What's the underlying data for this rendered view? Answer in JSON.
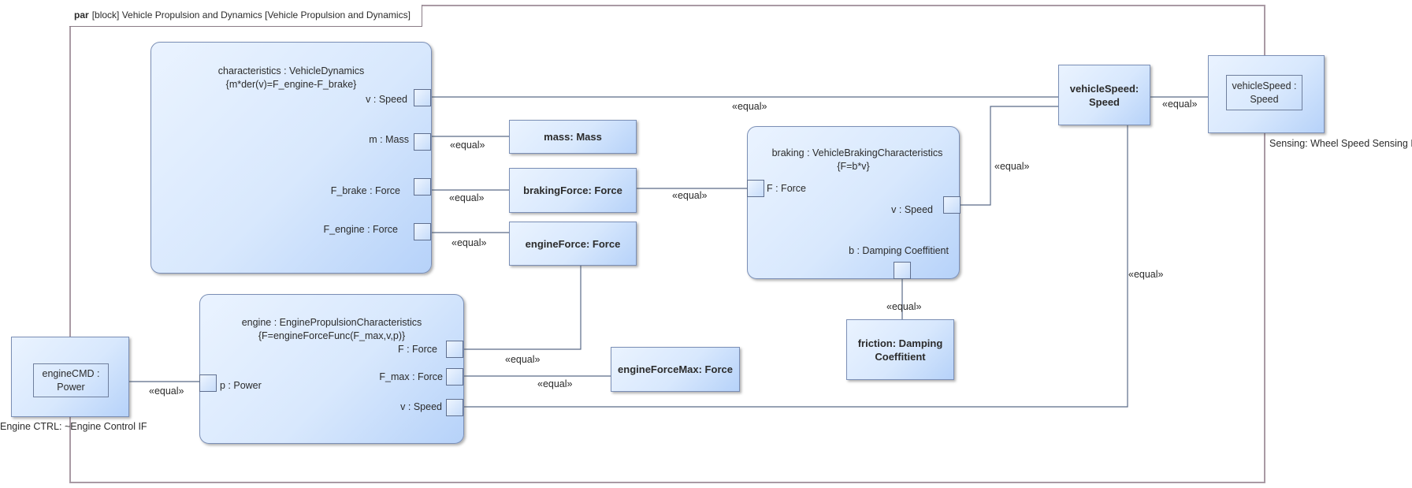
{
  "frame": {
    "keyword": "par",
    "title": "[block] Vehicle Propulsion and Dynamics [Vehicle Propulsion and Dynamics]"
  },
  "blocks": {
    "characteristics": {
      "name": "characteristics : VehicleDynamics",
      "constraint": "{m*der(v)=F_engine-F_brake}",
      "ports": {
        "v": "v : Speed",
        "m": "m : Mass",
        "f_brake": "F_brake : Force",
        "f_engine": "F_engine : Force"
      }
    },
    "braking": {
      "name": "braking : VehicleBrakingCharacteristics",
      "constraint": "{F=b*v}",
      "ports": {
        "f": "F : Force",
        "v": "v : Speed",
        "b": "b : Damping Coeffitient"
      }
    },
    "engine": {
      "name": "engine : EnginePropulsionCharacteristics",
      "constraint": "{F=engineForceFunc(F_max,v,p)}",
      "ports": {
        "f": "F : Force",
        "f_max": "F_max : Force",
        "v": "v : Speed",
        "p": "p : Power"
      }
    }
  },
  "values": {
    "mass": "mass: Mass",
    "braking_force": "brakingForce: Force",
    "engine_force": "engineForce: Force",
    "engine_force_max": "engineForceMax: Force",
    "friction": "friction: Damping Coeffitient",
    "vehicle_speed": "vehicleSpeed: Speed"
  },
  "interfaces": {
    "sensing": {
      "label": "Sensing: Wheel Speed Sensing IF",
      "property": "vehicleSpeed : Speed"
    },
    "engine_ctrl": {
      "label": "Engine CTRL: ~Engine Control IF",
      "property": "engineCMD : Power"
    }
  },
  "connector_label": "«equal»"
}
